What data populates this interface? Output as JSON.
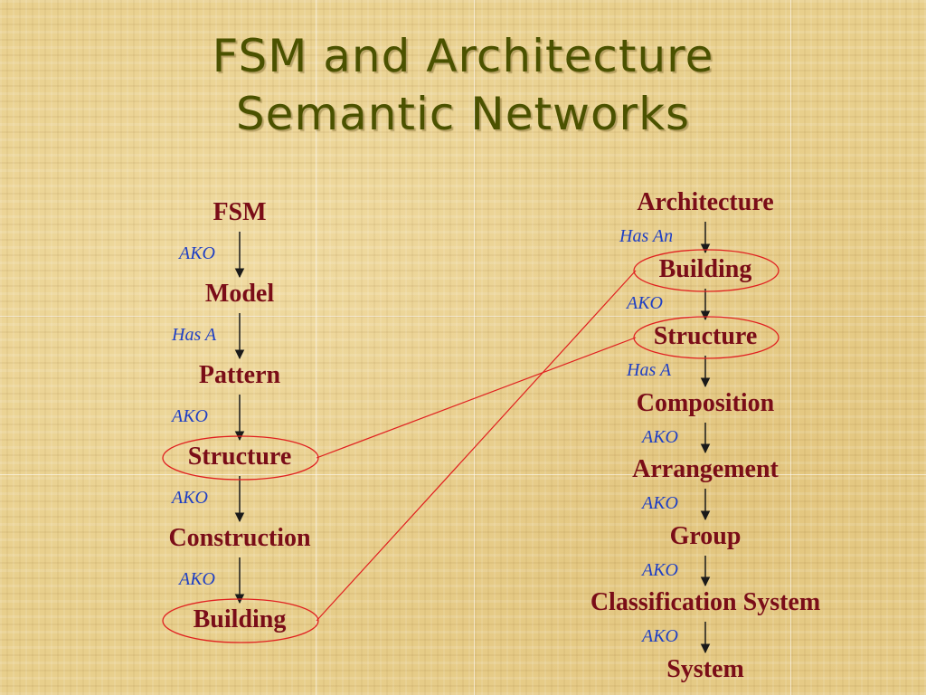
{
  "title": {
    "line1": "FSM and Architecture",
    "line2": "Semantic Networks"
  },
  "colors": {
    "title": "#4b5200",
    "node_text": "#7a0d18",
    "relation_text": "#1f3fc4",
    "highlight_ring": "#e02020",
    "link_line": "#e02020",
    "arrow": "#1a1a1a"
  },
  "fsm_chain": {
    "nodes": [
      "FSM",
      "Model",
      "Pattern",
      "Structure",
      "Construction",
      "Building"
    ],
    "relations": [
      "AKO",
      "Has A",
      "AKO",
      "AKO",
      "AKO"
    ]
  },
  "architecture_chain": {
    "nodes": [
      "Architecture",
      "Building",
      "Structure",
      "Composition",
      "Arrangement",
      "Group",
      "Classification System",
      "System"
    ],
    "relations": [
      "Has An",
      "AKO",
      "Has A",
      "AKO",
      "AKO",
      "AKO",
      "AKO"
    ]
  },
  "highlights": [
    "Structure",
    "Building"
  ]
}
